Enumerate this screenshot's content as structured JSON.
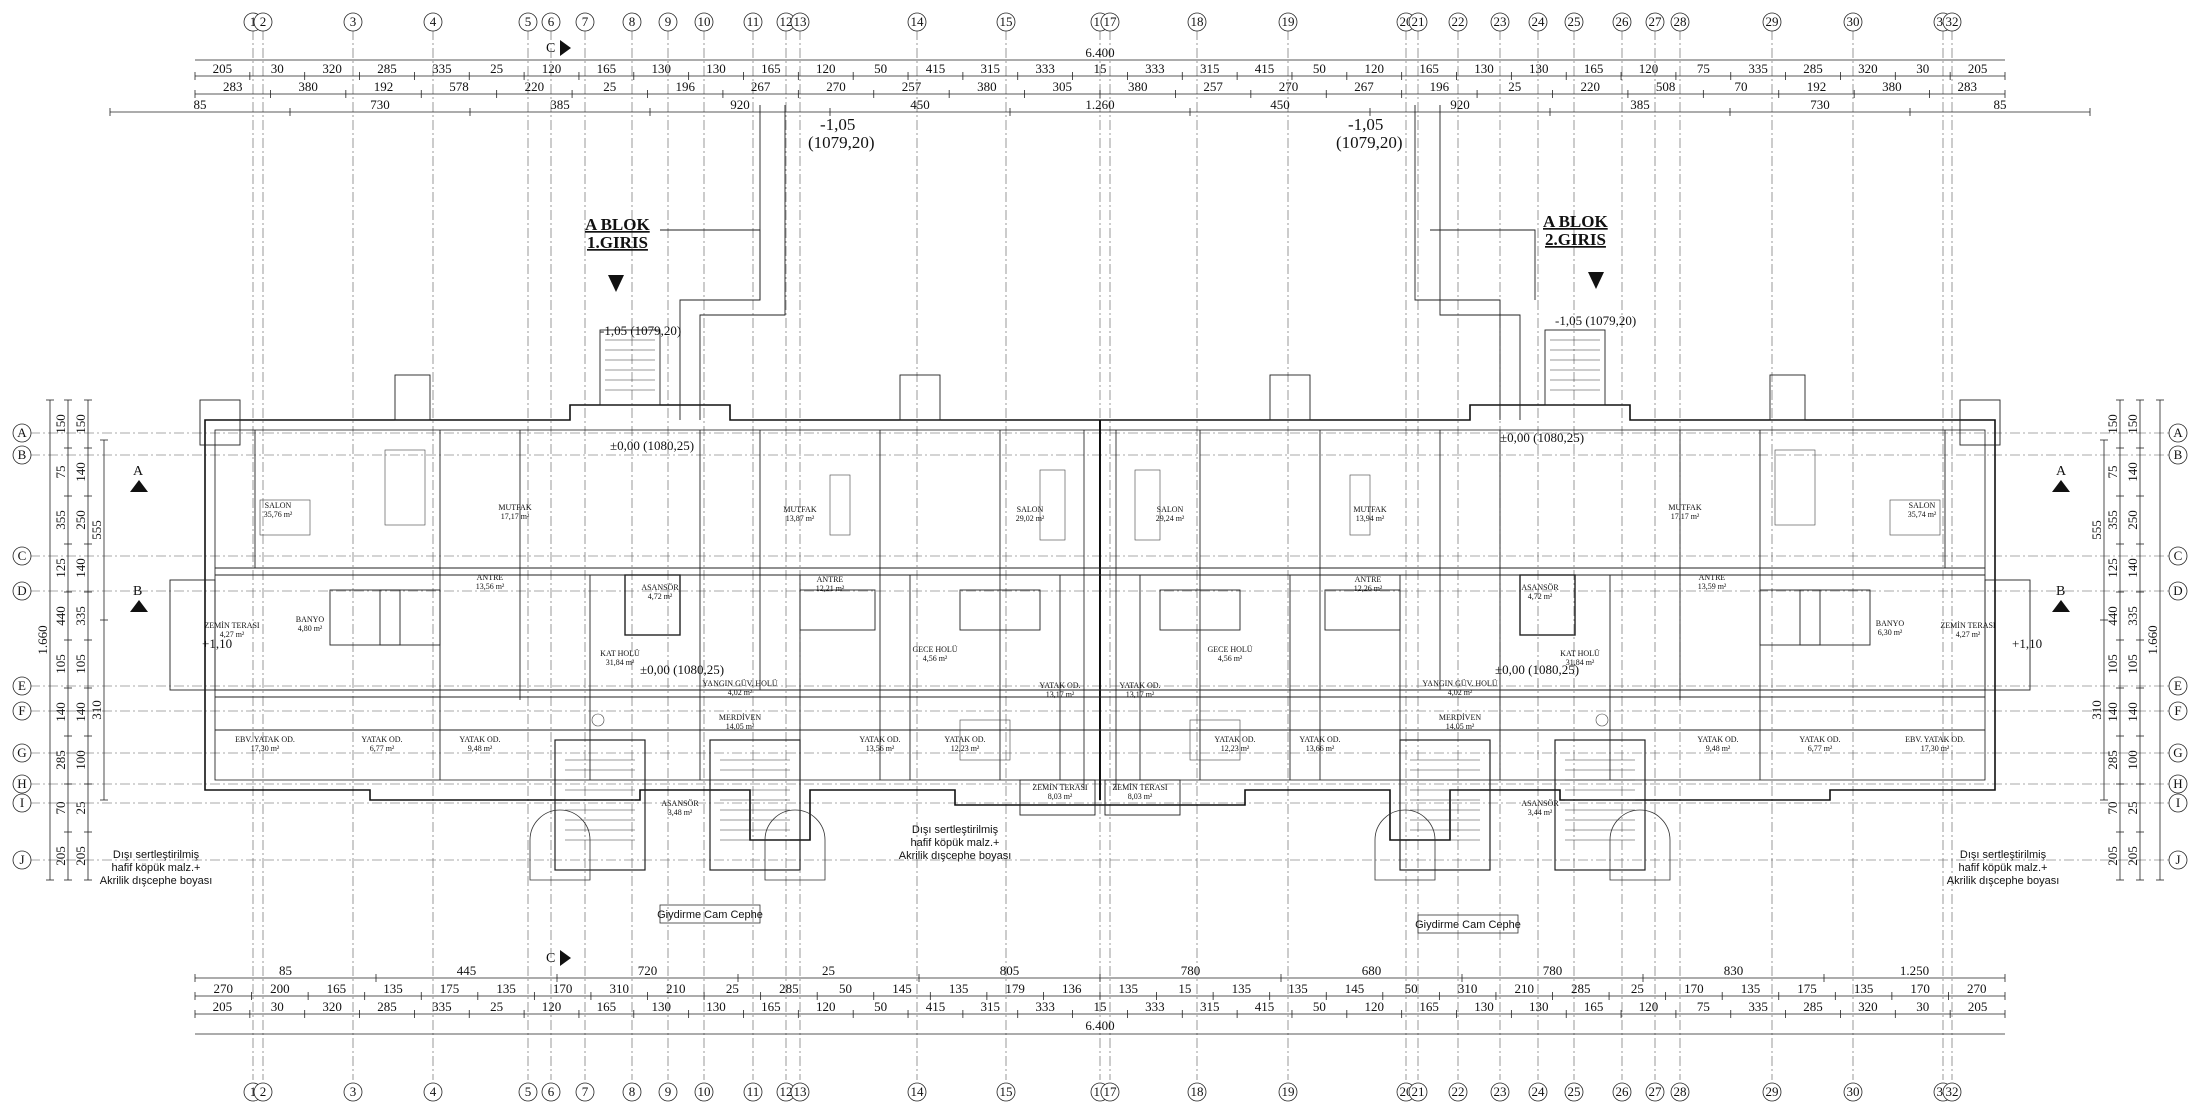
{
  "axes": {
    "columns": [
      "1",
      "2",
      "3",
      "4",
      "5",
      "6",
      "7",
      "8",
      "9",
      "10",
      "11",
      "12",
      "13",
      "14",
      "15",
      "16",
      "17",
      "18",
      "19",
      "20",
      "21",
      "22",
      "23",
      "24",
      "25",
      "26",
      "27",
      "28",
      "29",
      "30",
      "31",
      "32"
    ],
    "rows": [
      "A",
      "B",
      "C",
      "D",
      "E",
      "F",
      "G",
      "H",
      "I",
      "J"
    ]
  },
  "top_dims": {
    "total": "6.400",
    "row1": [
      "205",
      "30",
      "320",
      "285",
      "335",
      "25",
      "120",
      "165",
      "130",
      "130",
      "165",
      "120",
      "50",
      "415",
      "315",
      "333",
      "15",
      "333",
      "315",
      "415",
      "50",
      "120",
      "165",
      "130",
      "130",
      "165",
      "120",
      "75",
      "335",
      "285",
      "320",
      "30",
      "205"
    ],
    "row2": [
      "283",
      "380",
      "192",
      "578",
      "220",
      "25",
      "196",
      "267",
      "270",
      "257",
      "380",
      "305",
      "380",
      "257",
      "270",
      "267",
      "196",
      "25",
      "220",
      "508",
      "70",
      "192",
      "380",
      "283"
    ],
    "row3": [
      "85",
      "730",
      "385",
      "920",
      "450",
      "1.260",
      "450",
      "920",
      "385",
      "730",
      "85"
    ]
  },
  "bottom_dims": {
    "total": "6.400",
    "row1": [
      "85",
      "445",
      "720",
      "25",
      "805",
      "780",
      "680",
      "780",
      "830",
      "1.250"
    ],
    "row2": [
      "270",
      "200",
      "165",
      "135",
      "175",
      "135",
      "170",
      "310",
      "210",
      "25",
      "285",
      "50",
      "145",
      "135",
      "179",
      "136",
      "135",
      "15",
      "135",
      "135",
      "145",
      "50",
      "310",
      "210",
      "285",
      "25",
      "170",
      "135",
      "175",
      "135",
      "170",
      "270"
    ],
    "row3": [
      "205",
      "30",
      "320",
      "285",
      "335",
      "25",
      "120",
      "165",
      "130",
      "130",
      "165",
      "120",
      "50",
      "415",
      "315",
      "333",
      "15",
      "333",
      "315",
      "415",
      "50",
      "120",
      "165",
      "130",
      "130",
      "165",
      "120",
      "75",
      "335",
      "285",
      "320",
      "30",
      "205"
    ]
  },
  "left_dims": {
    "total": "1.660",
    "col1": [
      "150",
      "75",
      "355",
      "125",
      "440",
      "105",
      "140",
      "285",
      "70",
      "205"
    ],
    "col2": [
      "150",
      "140",
      "250",
      "140",
      "335",
      "105",
      "140",
      "100",
      "25",
      "205"
    ],
    "col3": [
      "555",
      "310"
    ]
  },
  "right_dims": {
    "total": "1.660",
    "col1": [
      "150",
      "75",
      "355",
      "125",
      "440",
      "105",
      "140",
      "285",
      "70",
      "205"
    ],
    "col2": [
      "150",
      "140",
      "250",
      "140",
      "335",
      "105",
      "140",
      "100",
      "25",
      "205"
    ],
    "col3": [
      "555",
      "310"
    ]
  },
  "labels": {
    "entry1_title": "A BLOK",
    "entry1_sub": "1.GIRIS",
    "entry2_title": "A BLOK",
    "entry2_sub": "2.GIRIS",
    "level_ext": "-1,05",
    "level_ext2": "(1079,20)",
    "level_small": "-1,05 (1079,20)",
    "level_zero": "±0,00 (1080,25)",
    "level_terrace": "+1,10",
    "section_a": "A",
    "section_b": "B",
    "section_c": "C",
    "facade_note": [
      "Dışı sertleştirilmiş",
      "hafif köpük malz.+",
      "Akrilik dışcephe boyası"
    ],
    "curtain_wall": "Giydirme Cam Cephe"
  },
  "rooms": [
    {
      "name": "SALON",
      "area": "35,76 m²"
    },
    {
      "name": "MUTFAK",
      "area": "17,17 m²"
    },
    {
      "name": "ANTRE",
      "area": "13,56 m²"
    },
    {
      "name": "ASANSÖR",
      "area": "4,72 m²"
    },
    {
      "name": "MUTFAK",
      "area": "13,87 m²"
    },
    {
      "name": "ANTRE",
      "area": "12,21 m²"
    },
    {
      "name": "SALON",
      "area": "29,02 m²"
    },
    {
      "name": "SALON",
      "area": "29,24 m²"
    },
    {
      "name": "MUTFAK",
      "area": "13,94 m²"
    },
    {
      "name": "ANTRE",
      "area": "12,26 m²"
    },
    {
      "name": "ASANSÖR",
      "area": "4,72 m²"
    },
    {
      "name": "MUTFAK",
      "area": "17,17 m²"
    },
    {
      "name": "ANTRE",
      "area": "13,59 m²"
    },
    {
      "name": "SALON",
      "area": "35,74 m²"
    },
    {
      "name": "ZEMİN TERASI",
      "area": "4,27 m²"
    },
    {
      "name": "BANYO",
      "area": "4,80 m²"
    },
    {
      "name": "BANYO",
      "area": "6,30 m²"
    },
    {
      "name": "GECE HOLÜ",
      "area": "4,56 m²"
    },
    {
      "name": "KAT HOLÜ",
      "area": "31,84 m²"
    },
    {
      "name": "YANGIN GÜV. HOLÜ",
      "area": "4,02 m²"
    },
    {
      "name": "MERDİVEN",
      "area": "14,05 m²"
    },
    {
      "name": "EBV. YATAK OD.",
      "area": "17,30 m²"
    },
    {
      "name": "YATAK OD.",
      "area": "6,77 m²"
    },
    {
      "name": "YATAK OD.",
      "area": "9,48 m²"
    },
    {
      "name": "YATAK OD.",
      "area": "13,56 m²"
    },
    {
      "name": "YATAK OD.",
      "area": "12,23 m²"
    },
    {
      "name": "YATAK OD.",
      "area": "13,17 m²"
    },
    {
      "name": "ZEMİN TERASI",
      "area": "8,03 m²"
    },
    {
      "name": "ZEMİN TERASI",
      "area": "8,03 m²"
    },
    {
      "name": "ASANSÖR",
      "area": "3,48 m²"
    },
    {
      "name": "ASANSÖR",
      "area": "3,44 m²"
    },
    {
      "name": "GECE HOLÜ",
      "area": "4,56 m²"
    },
    {
      "name": "KAT HOLÜ",
      "area": "31,84 m²"
    },
    {
      "name": "MERDİVEN",
      "area": "14,05 m²"
    },
    {
      "name": "YANGIN GÜV. HOLÜ",
      "area": "4,02 m²"
    },
    {
      "name": "YATAK OD.",
      "area": "13,17 m²"
    },
    {
      "name": "YATAK OD.",
      "area": "12,23 m²"
    },
    {
      "name": "YATAK OD.",
      "area": "13,66 m²"
    },
    {
      "name": "YATAK OD.",
      "area": "9,48 m²"
    },
    {
      "name": "YATAK OD.",
      "area": "6,77 m²"
    },
    {
      "name": "EBV. YATAK OD.",
      "area": "17,30 m²"
    },
    {
      "name": "ZEMİN TERASI",
      "area": "4,27 m²"
    }
  ]
}
